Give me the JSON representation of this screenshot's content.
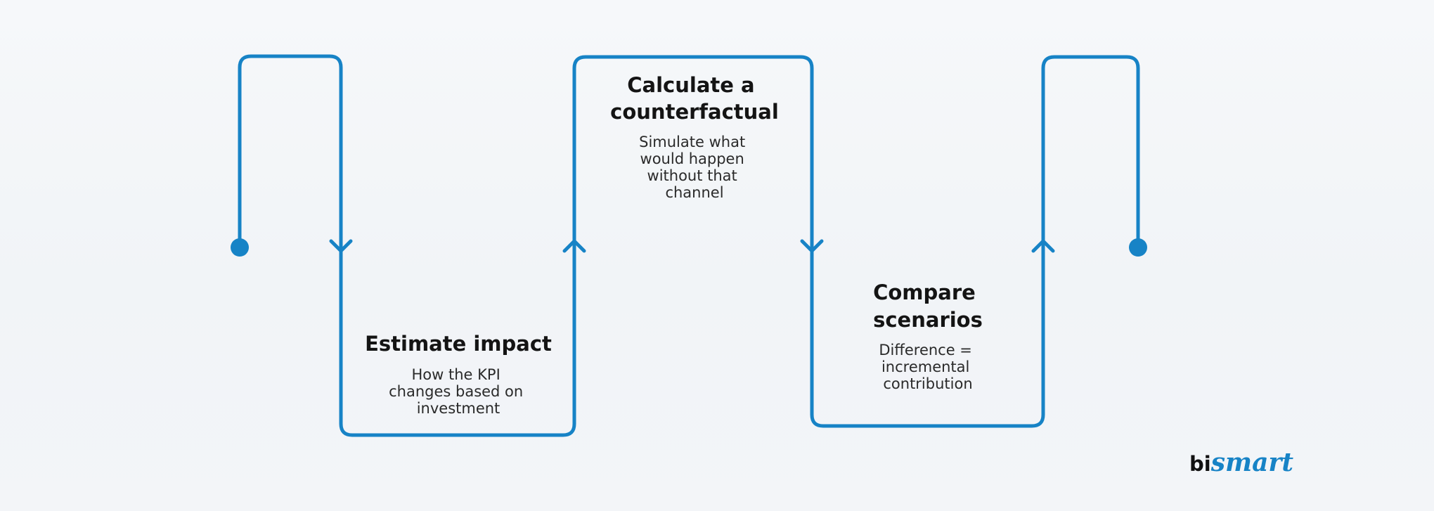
{
  "colors": {
    "line": "#1783c6",
    "title": "#141414",
    "text": "#2a2a2a"
  },
  "steps": [
    {
      "title": [
        "Estimate impact"
      ],
      "description": [
        "How the KPI",
        "changes based on",
        "investment"
      ]
    },
    {
      "title": [
        "Calculate a",
        "counterfactual"
      ],
      "description": [
        "Simulate what",
        "would happen",
        "without that",
        "channel"
      ]
    },
    {
      "title": [
        "Compare",
        "scenarios"
      ],
      "description": [
        "Difference =",
        "incremental",
        "contribution"
      ]
    }
  ],
  "logo": {
    "part1": "bi",
    "part2": "smart"
  }
}
